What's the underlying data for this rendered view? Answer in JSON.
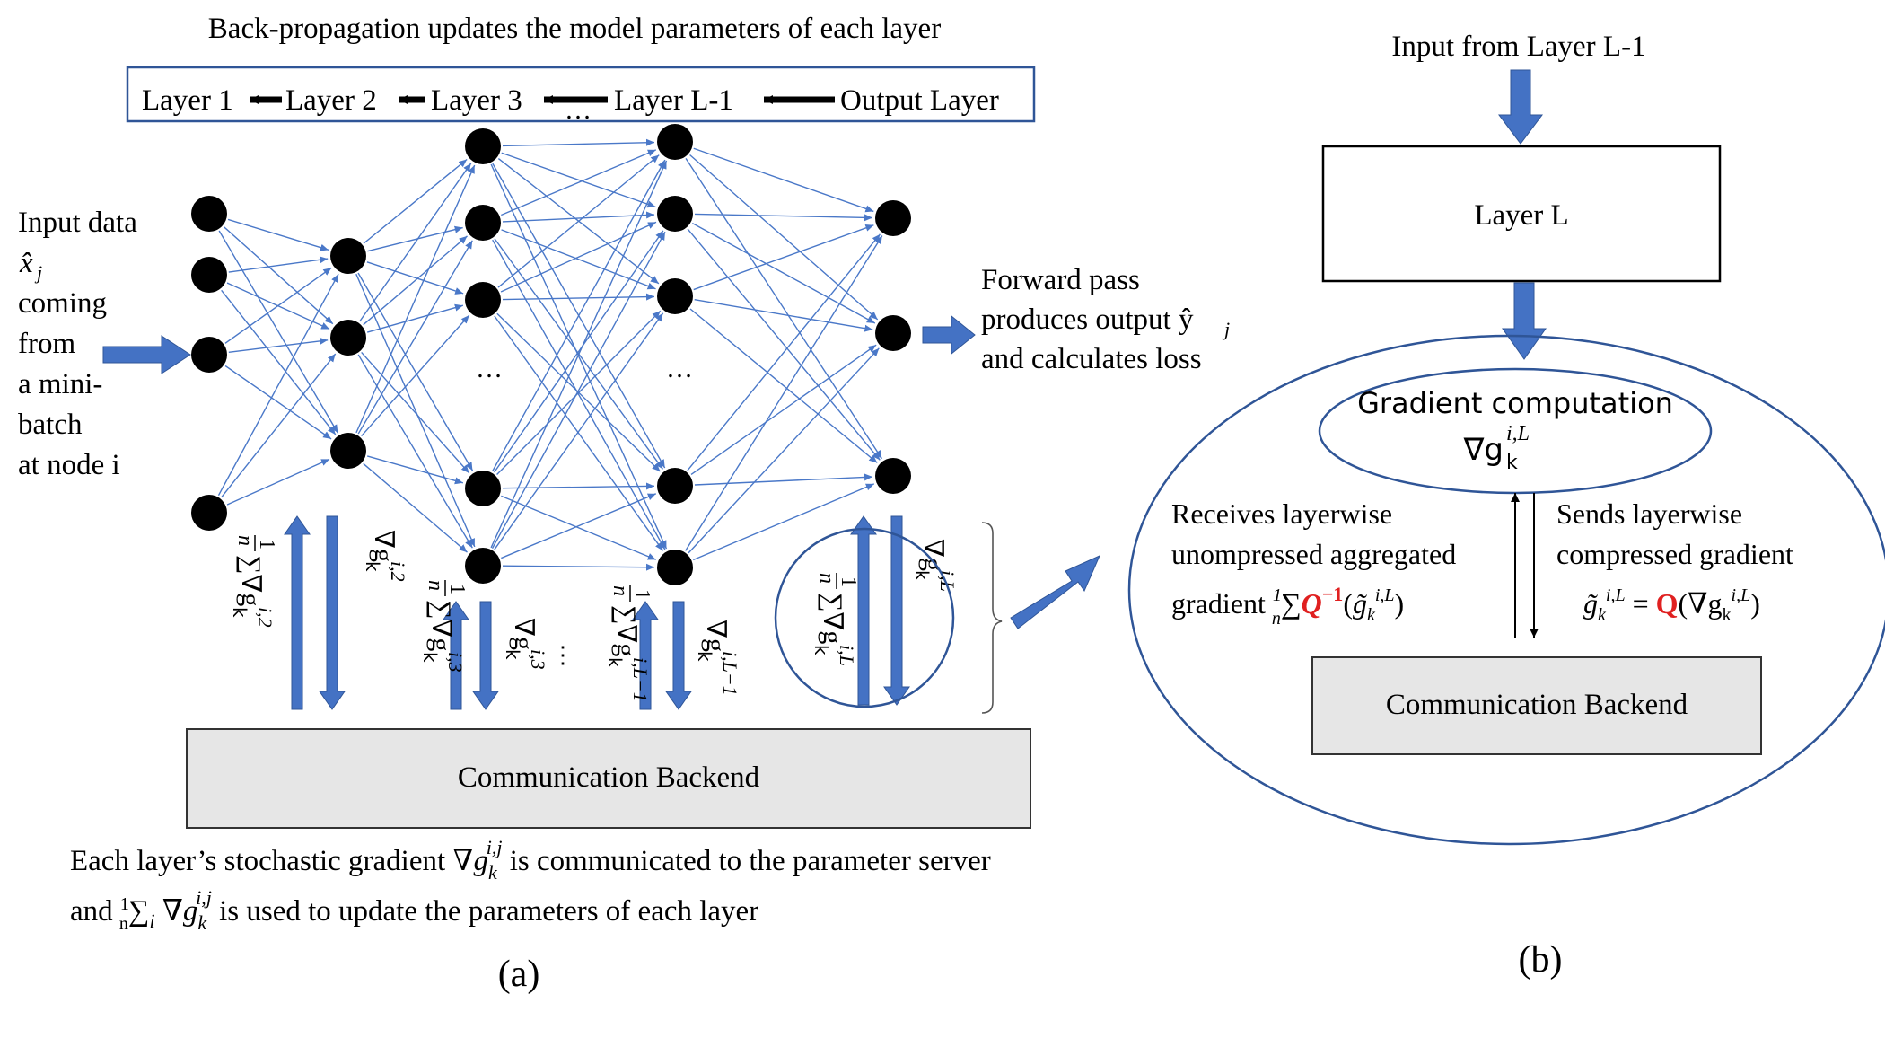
{
  "panel_a": {
    "backprop_title": "Back-propagation updates the model parameters of each layer",
    "layers": [
      "Layer 1",
      "Layer 2",
      "Layer 3",
      "Layer L-1",
      "Output Layer"
    ],
    "backprop_ellipsis": "…",
    "input_text": [
      "Input data",
      "x̂",
      "j",
      "coming",
      "from",
      "a mini-",
      "batch",
      "at node i"
    ],
    "forward_text": [
      "Forward pass",
      "produces output ŷ",
      "j",
      "and calculates loss"
    ],
    "hidden_ellipsis": "…",
    "grad_labels": {
      "avg2": [
        "1",
        "n",
        "∑∇g",
        "k",
        "i,2"
      ],
      "g2": [
        "∇g",
        "k",
        "i,2"
      ],
      "avg3": [
        "1",
        "n",
        "∑∇g",
        "k",
        "i,3"
      ],
      "g3": [
        "∇g",
        "k",
        "i,3"
      ],
      "avgL1": [
        "1",
        "n",
        "∑∇g",
        "k",
        "i,L−1"
      ],
      "gL1": [
        "∇g",
        "k",
        "i,L−1"
      ],
      "avgL": [
        "1",
        "n",
        "∑∇g",
        "k",
        "i,L"
      ],
      "gL": [
        "∇g",
        "k",
        "i,L"
      ],
      "vdots": "⋮"
    },
    "backend": "Communication Backend",
    "caption_line1": [
      "Each layer’s stochastic gradient ∇",
      "g",
      "k",
      "i,j",
      " is communicated to the parameter server"
    ],
    "caption_line2": [
      "and ",
      "1",
      "n",
      "∑",
      "i",
      " ∇",
      "g",
      "k",
      "i,j",
      " is used to update the parameters of each layer"
    ],
    "label": "(a)"
  },
  "panel_b": {
    "input": "Input from Layer L-1",
    "layer": "Layer L",
    "grad_title": "Gradient computation",
    "grad_symbol": [
      "∇g",
      "k",
      "i,L"
    ],
    "receives": [
      "Receives layerwise",
      "unompressed aggregated",
      "gradient ",
      "1",
      "n",
      "∑",
      "Q",
      "−1",
      "(",
      "g̃",
      "k",
      "i,L",
      ")"
    ],
    "sends": [
      "Sends layerwise",
      "compressed gradient",
      "g̃",
      "k",
      "i,L",
      " = ",
      "Q",
      "(∇g",
      "k",
      "i,L",
      ")"
    ],
    "backend": "Communication Backend",
    "label": "(b)"
  },
  "colors": {
    "arrow_fill": "#4472c4",
    "edge": "#4a78c8",
    "backend_fill": "#e6e6e6",
    "box_border": "#2f5597",
    "quantizer": "#e02020"
  }
}
